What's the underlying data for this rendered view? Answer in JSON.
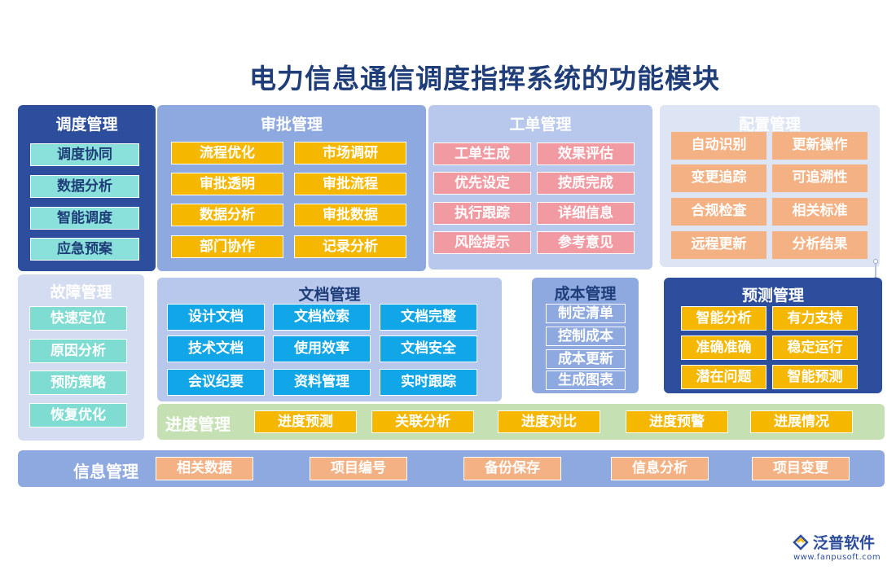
{
  "title": "电力信息通信调度指挥系统的功能模块",
  "modules": {
    "dispatch": {
      "title": "调度管理",
      "items": [
        "调度协同",
        "数据分析",
        "智能调度",
        "应急预案"
      ]
    },
    "approval": {
      "title": "审批管理",
      "items": [
        "流程优化",
        "市场调研",
        "审批透明",
        "审批流程",
        "数据分析",
        "审批数据",
        "部门协作",
        "记录分析"
      ]
    },
    "workorder": {
      "title": "工单管理",
      "items": [
        "工单生成",
        "效果评估",
        "优先设定",
        "按质完成",
        "执行跟踪",
        "详细信息",
        "风险提示",
        "参考意见"
      ]
    },
    "config": {
      "title": "配置管理",
      "items": [
        "自动识别",
        "更新操作",
        "变更追踪",
        "可追溯性",
        "合规检查",
        "相关标准",
        "远程更新",
        "分析结果"
      ]
    },
    "fault": {
      "title": "故障管理",
      "items": [
        "快速定位",
        "原因分析",
        "预防策略",
        "恢复优化"
      ]
    },
    "doc": {
      "title": "文档管理",
      "items": [
        "设计文档",
        "文档检索",
        "文档完整",
        "技术文档",
        "使用效率",
        "文档安全",
        "会议纪要",
        "资料管理",
        "实时跟踪"
      ]
    },
    "cost": {
      "title": "成本管理",
      "items": [
        "制定清单",
        "控制成本",
        "成本更新",
        "生成图表"
      ]
    },
    "forecast": {
      "title": "预测管理",
      "items": [
        "智能分析",
        "有力支持",
        "准确准确",
        "稳定运行",
        "潜在问题",
        "智能预测"
      ]
    },
    "progress": {
      "title": "进度管理",
      "items": [
        "进度预测",
        "关联分析",
        "进度对比",
        "进度预警",
        "进展情况"
      ]
    },
    "info": {
      "title": "信息管理",
      "items": [
        "相关数据",
        "项目编号",
        "备份保存",
        "信息分析",
        "项目变更"
      ]
    }
  },
  "logo": {
    "name": "泛普软件",
    "url": "www.fanpusoft.com"
  },
  "colors": {
    "dark_blue": "#2d4e9c",
    "mid_blue": "#8da9e0",
    "light_blue": "#b7c8ec",
    "pale_blue": "#dde4f4",
    "teal": "#8ae0da",
    "yellow": "#f5b700",
    "pink": "#f19aa2",
    "peach": "#f4b184",
    "sky": "#11a6e7",
    "green": "#c5e0b3"
  }
}
